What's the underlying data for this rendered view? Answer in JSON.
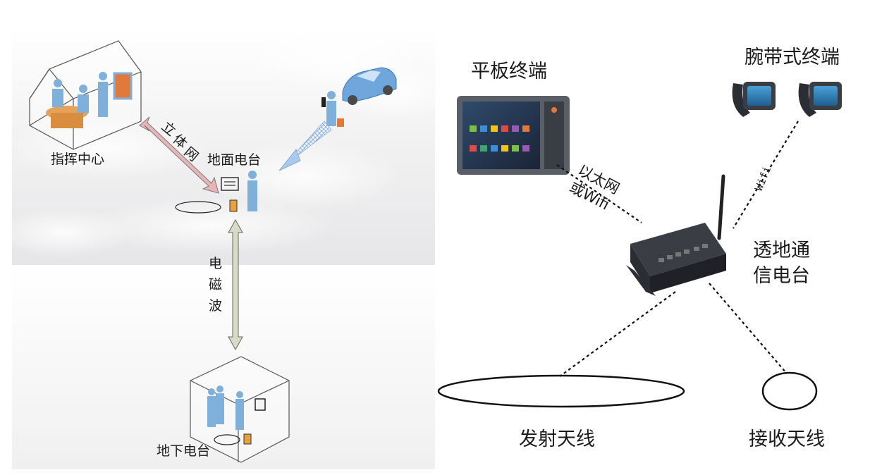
{
  "left_panel": {
    "command_center": "指挥中心",
    "stereo_net": "立体网",
    "ground_station": "地面电台",
    "em_wave": "电磁波",
    "underground_station": "地下电台"
  },
  "right_panel": {
    "tablet_terminal": "平板终端",
    "wristband_terminal": "腕带式终端",
    "ethernet_or": "以太网",
    "or_wifi": "或Wifi",
    "wifi": "Wifi",
    "through_earth_radio_line1": "透地通",
    "through_earth_radio_line2": "信电台",
    "transmit_antenna": "发射天线",
    "receive_antenna": "接收天线"
  },
  "colors": {
    "arrow_pink": "#e8b4b8",
    "arrow_green": "#d9dcc4",
    "person_blue": "#7fb0dc",
    "car_blue": "#6fa6dc",
    "mesh_blue": "#a9c9ee",
    "device_dark": "#2a2d33"
  }
}
